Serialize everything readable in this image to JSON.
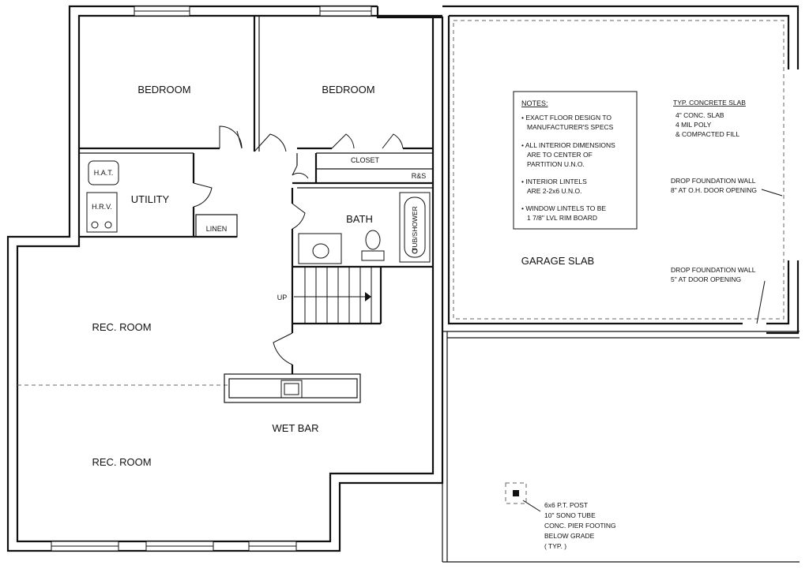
{
  "rooms": {
    "bedroom_left": "BEDROOM",
    "bedroom_right": "BEDROOM",
    "utility": "UTILITY",
    "hat": "H.A.T.",
    "hrv": "H.R.V.",
    "linen": "LINEN",
    "closet": "CLOSET",
    "rs": "R&S",
    "bath": "BATH",
    "tub_shower": "TUB/SHOWER",
    "up": "UP",
    "rec_room_upper": "REC. ROOM",
    "rec_room_lower": "REC. ROOM",
    "wet_bar": "WET BAR",
    "garage_slab": "GARAGE SLAB"
  },
  "notes": {
    "heading": "NOTES:",
    "items": [
      "• EXACT FLOOR DESIGN TO",
      "MANUFACTURER'S SPECS",
      "• ALL INTERIOR DIMENSIONS",
      "ARE TO CENTER OF",
      "PARTITION U.N.O.",
      "• INTERIOR LINTELS",
      "ARE 2-2x6 U.N.O.",
      "• WINDOW LINTELS TO BE",
      "1 7/8\" LVL RIM BOARD"
    ]
  },
  "slab": {
    "heading": "TYP. CONCRETE SLAB",
    "lines": [
      "4\" CONC. SLAB",
      "4 MIL POLY",
      "& COMPACTED FILL"
    ]
  },
  "drop_wall_1": [
    "DROP FOUNDATION WALL",
    "8\" AT O.H. DOOR OPENING"
  ],
  "drop_wall_2": [
    "DROP FOUNDATION WALL",
    "5\" AT DOOR OPENING"
  ],
  "post": [
    "6x6  P.T.  POST",
    "10\"  SONO TUBE",
    "CONC. PIER FOOTING",
    "BELOW GRADE",
    "( TYP. )"
  ]
}
